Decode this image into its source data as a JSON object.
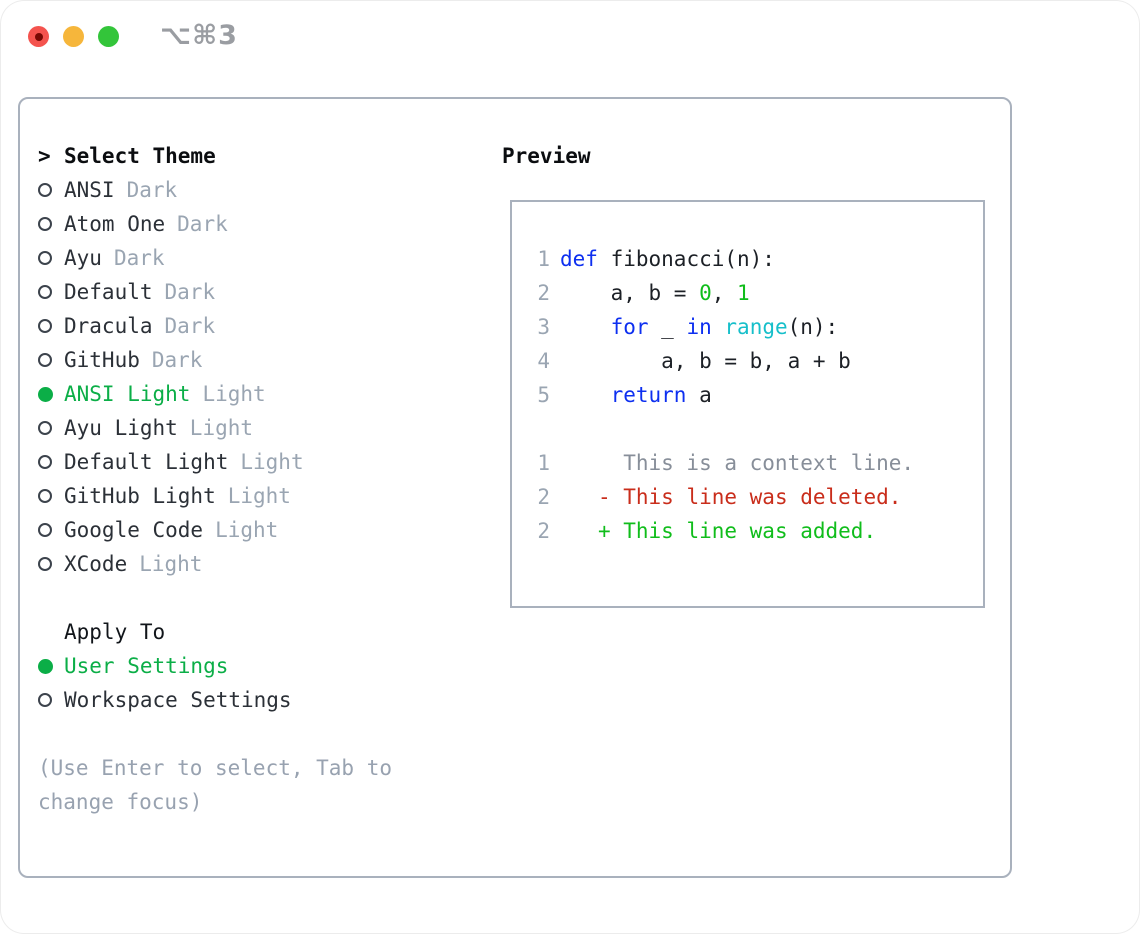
{
  "window": {
    "shortcut_label": "⌥⌘3",
    "traffic_lights": [
      {
        "name": "close",
        "color": "#f4534e",
        "dot": "#770904"
      },
      {
        "name": "minimize",
        "color": "#f6b63b"
      },
      {
        "name": "zoom",
        "color": "#33c53a"
      }
    ]
  },
  "palette": {
    "text_dark": "#2b3037",
    "heading_black": "#0b0d10",
    "suffix_gray": "#9aa5b2",
    "hint_gray": "#98a2b0",
    "accent_green": "#0bae47",
    "marker_dark": "#3c434c",
    "border_gray": "#a9b1bd",
    "gutter_gray": "#9aa5b2",
    "keyword_blue": "#0d2ff0",
    "builtin_cyan": "#16bfca",
    "number_green": "#10bd1b",
    "deleted_red": "#c92d1b",
    "added_green": "#10bd1b",
    "context_gray": "#878e99",
    "code_fg": "#1c2026"
  },
  "theme_list": {
    "header_prefix": ">",
    "header": "Select Theme",
    "items": [
      {
        "name": "ANSI",
        "variant": "Dark",
        "selected": false
      },
      {
        "name": "Atom One",
        "variant": "Dark",
        "selected": false
      },
      {
        "name": "Ayu",
        "variant": "Dark",
        "selected": false
      },
      {
        "name": "Default",
        "variant": "Dark",
        "selected": false
      },
      {
        "name": "Dracula",
        "variant": "Dark",
        "selected": false
      },
      {
        "name": "GitHub",
        "variant": "Dark",
        "selected": false
      },
      {
        "name": "ANSI Light",
        "variant": "Light",
        "selected": true
      },
      {
        "name": "Ayu Light",
        "variant": "Light",
        "selected": false
      },
      {
        "name": "Default Light",
        "variant": "Light",
        "selected": false
      },
      {
        "name": "GitHub Light",
        "variant": "Light",
        "selected": false
      },
      {
        "name": "Google Code",
        "variant": "Light",
        "selected": false
      },
      {
        "name": "XCode",
        "variant": "Light",
        "selected": false
      }
    ]
  },
  "apply_to": {
    "header": "Apply To",
    "options": [
      {
        "label": "User Settings",
        "selected": true
      },
      {
        "label": "Workspace Settings",
        "selected": false
      }
    ]
  },
  "hint": "(Use Enter to select, Tab to change focus)",
  "preview": {
    "title": "Preview",
    "code_lines": [
      {
        "n": "1",
        "segs": [
          {
            "t": "def",
            "c": "kw"
          },
          {
            "t": " fibonacci(n):",
            "c": "fg"
          }
        ]
      },
      {
        "n": "2",
        "segs": [
          {
            "t": "    a, b = ",
            "c": "fg"
          },
          {
            "t": "0",
            "c": "num"
          },
          {
            "t": ", ",
            "c": "fg"
          },
          {
            "t": "1",
            "c": "num"
          }
        ]
      },
      {
        "n": "3",
        "segs": [
          {
            "t": "    ",
            "c": "fg"
          },
          {
            "t": "for",
            "c": "kw"
          },
          {
            "t": " _ ",
            "c": "fg"
          },
          {
            "t": "in",
            "c": "kw"
          },
          {
            "t": " ",
            "c": "fg"
          },
          {
            "t": "range",
            "c": "builtin"
          },
          {
            "t": "(n):",
            "c": "fg"
          }
        ]
      },
      {
        "n": "4",
        "segs": [
          {
            "t": "        a, b = b, a + b",
            "c": "fg"
          }
        ]
      },
      {
        "n": "5",
        "segs": [
          {
            "t": "    ",
            "c": "fg"
          },
          {
            "t": "return",
            "c": "kw"
          },
          {
            "t": " a",
            "c": "fg"
          }
        ]
      }
    ],
    "diff_lines": [
      {
        "n": "1",
        "segs": [
          {
            "t": "     This is a context line.",
            "c": "ctx"
          }
        ]
      },
      {
        "n": "2",
        "segs": [
          {
            "t": "   ",
            "c": "fg"
          },
          {
            "t": "- This line was deleted.",
            "c": "del"
          }
        ]
      },
      {
        "n": "2",
        "segs": [
          {
            "t": "   ",
            "c": "fg"
          },
          {
            "t": "+ This line was added.",
            "c": "add"
          }
        ]
      }
    ]
  }
}
